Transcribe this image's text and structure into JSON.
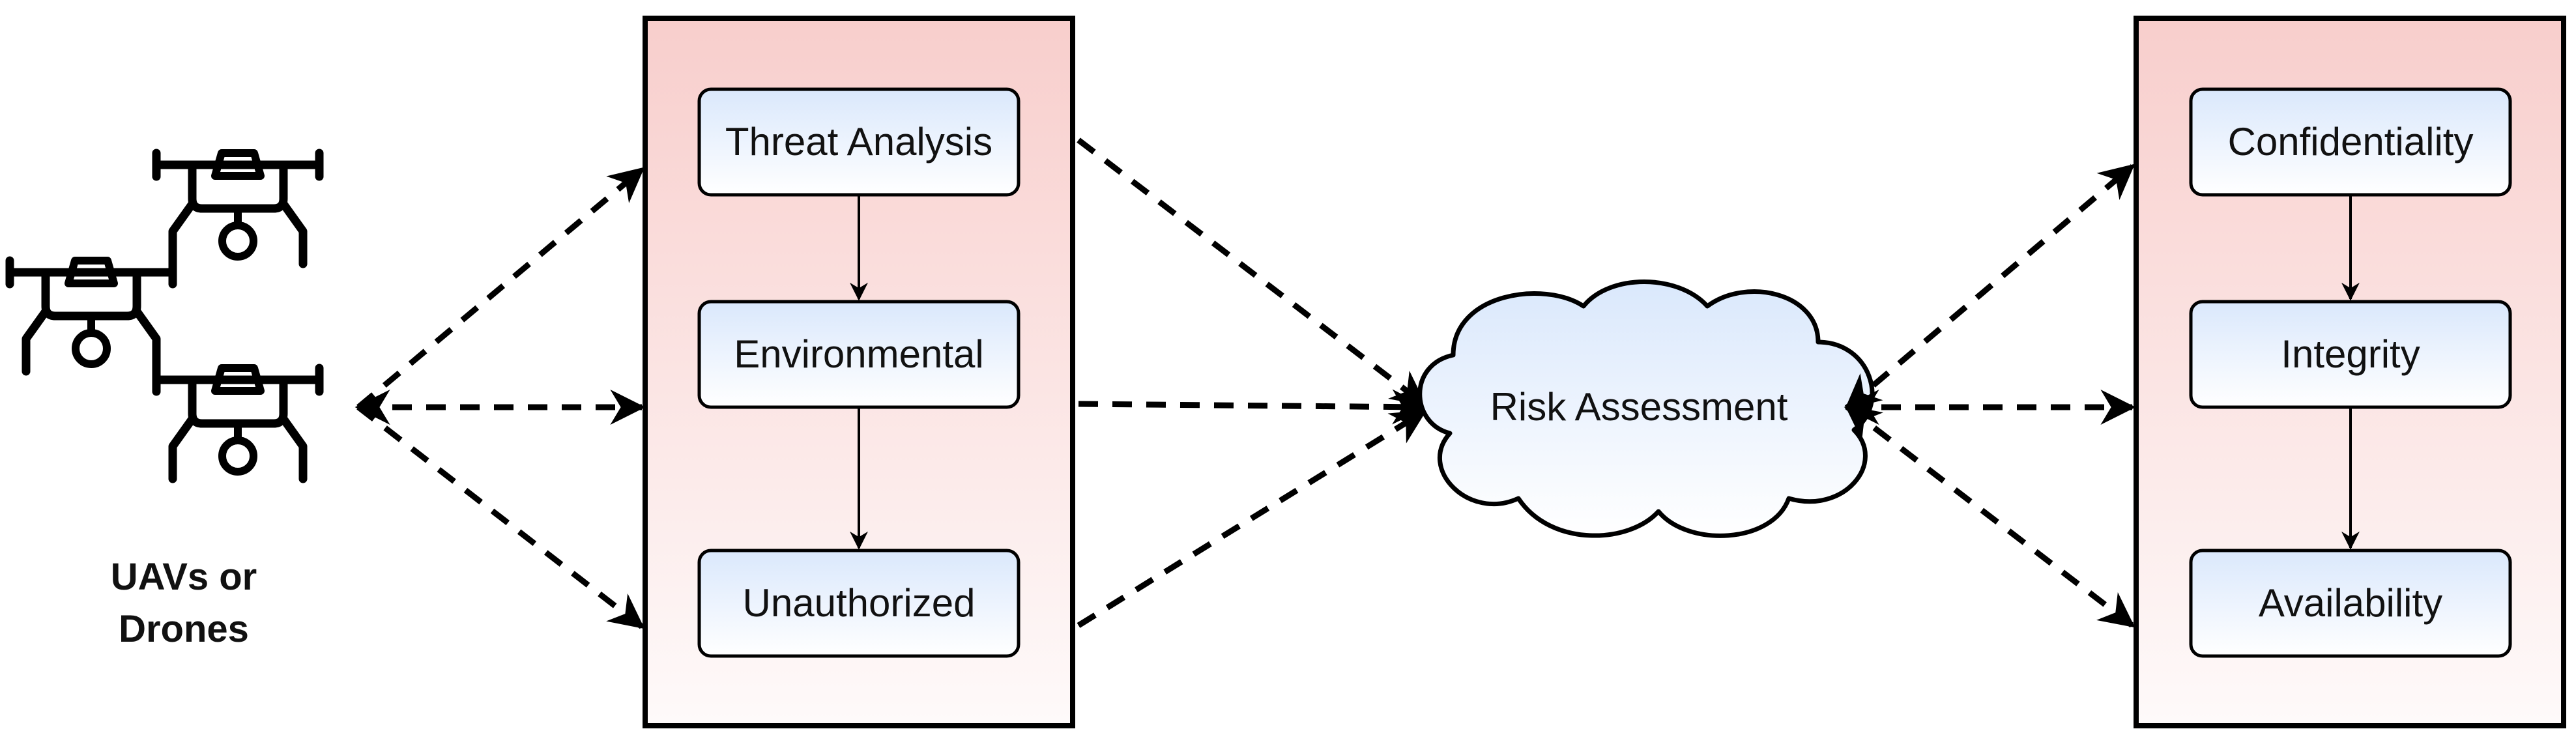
{
  "uav": {
    "icon": "drone-icon",
    "caption_line1": "UAVs or",
    "caption_line2": "Drones"
  },
  "threats": {
    "items": [
      "Threat Analysis",
      "Environmental",
      "Unauthorized"
    ]
  },
  "center": {
    "label": "Risk Assessment"
  },
  "cia": {
    "items": [
      "Confidentiality",
      "Integrity",
      "Availability"
    ]
  },
  "colors": {
    "panel_top": "#f8cecc",
    "panel_bottom": "#fefafa",
    "node_top": "#dae8fc",
    "node_bottom": "#ffffff",
    "stroke": "#000000"
  }
}
